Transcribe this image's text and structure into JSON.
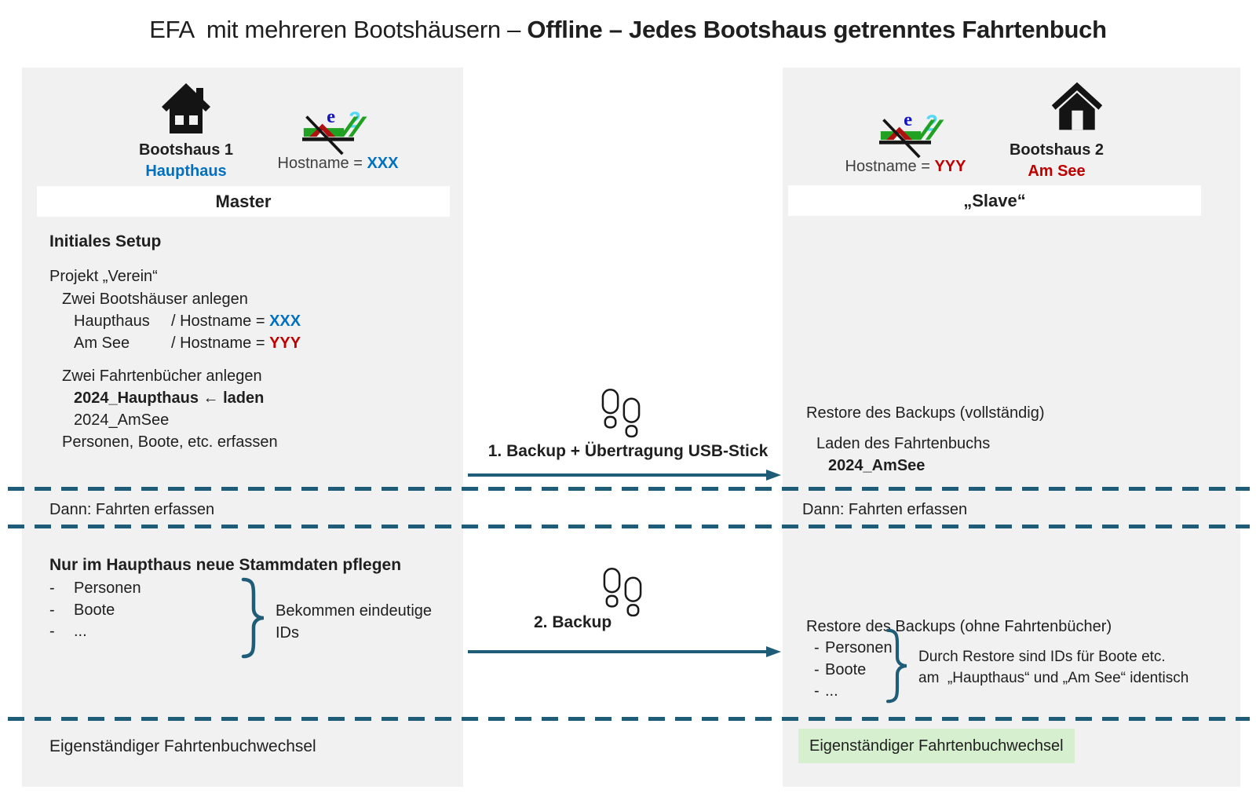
{
  "slide": {
    "title_regular": "EFA  mit mehreren Bootshäusern – ",
    "title_bold": "Offline – Jedes Bootshaus getrenntes Fahrtenbuch"
  },
  "ui": {
    "bullet": "-"
  },
  "colors": {
    "accent-teal": "#1F5C78",
    "office-blue": "#0070C0",
    "office-red": "#C00000",
    "panel-gray": "#F1F1F1",
    "highlight-green": "#D6EFCE",
    "text-dark": "#1F1F1F",
    "label-gray": "#404040",
    "logo-green": "#21A121",
    "logo-dark-red": "#B01010",
    "logo-blue": "#1515C0",
    "logo-cyan": "#55D7F7"
  },
  "left": {
    "house_name": "Bootshaus 1",
    "house_sub": "Haupthaus",
    "hostname_label": "Hostname = ",
    "hostname_value": "XXX",
    "banner": "Master",
    "setup_heading": "Initiales Setup",
    "project_line": "Projekt „Verein“",
    "boathouses_line": "Zwei Bootshäuser anlegen",
    "bh1_name": "Haupthaus",
    "bh1_mid": "/ Hostname = ",
    "bh1_value": "XXX",
    "bh2_name": "Am See",
    "bh2_mid": "/ Hostname = ",
    "bh2_value": "YYY",
    "logbooks_line": "Zwei Fahrtenbücher anlegen",
    "logbook_load": "2024_Haupthaus ← laden",
    "logbook2": "2024_AmSee",
    "capture_line": "Personen, Boote, etc. erfassen",
    "dann_line": "Dann: Fahrten erfassen",
    "stammdaten_heading": "Nur im Haupthaus neue Stammdaten pflegen",
    "stammdaten_items": [
      "Personen",
      "Boote",
      "..."
    ],
    "brace_note_line1": "Bekommen eindeutige",
    "brace_note_line2": "IDs",
    "footer_line": "Eigenständiger Fahrtenbuchwechsel"
  },
  "middle": {
    "step1_label": "1. Backup + Übertragung USB-Stick",
    "step2_label": "2. Backup"
  },
  "right": {
    "hostname_label": "Hostname = ",
    "hostname_value": "YYY",
    "house_name": "Bootshaus 2",
    "house_sub": "Am See",
    "banner": "„Slave“",
    "restore_full_line": "Restore des Backups (vollständig)",
    "load_logbook_line": "Laden des Fahrtenbuchs",
    "logbook_name": "2024_AmSee",
    "dann_line": "Dann: Fahrten erfassen",
    "restore_partial_line": "Restore des Backups (ohne Fahrtenbücher)",
    "restore_items": [
      "Personen",
      "Boote",
      "..."
    ],
    "brace_note_line1": "Durch Restore sind IDs für Boote etc.",
    "brace_note_line2": "am  „Haupthaus“ und „Am See“ identisch",
    "footer_line": "Eigenständiger Fahrtenbuchwechsel"
  }
}
